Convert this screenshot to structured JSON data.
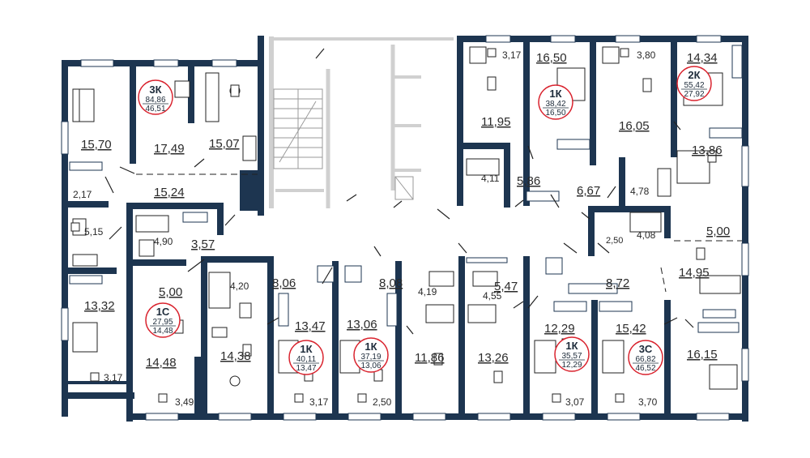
{
  "colors": {
    "wall": "#1d3550",
    "stair": "#d6d6d6",
    "badge_ring": "#d9232e",
    "text": "#2a2a2a"
  },
  "apartments": [
    {
      "type": "3К",
      "total": "84,86",
      "living": "46,51"
    },
    {
      "type": "1К",
      "total": "38,42",
      "living": "16,50"
    },
    {
      "type": "2К",
      "total": "55,42",
      "living": "27,92"
    },
    {
      "type": "1С",
      "total": "27,95",
      "living": "14,48"
    },
    {
      "type": "1К",
      "total": "40,11",
      "living": "13,47"
    },
    {
      "type": "1К",
      "total": "37,19",
      "living": "13,06"
    },
    {
      "type": "1К",
      "total": "35,57",
      "living": "12,29"
    },
    {
      "type": "3С",
      "total": "66,82",
      "living": "46,52"
    }
  ],
  "rooms": {
    "r01": "15,70",
    "r02": "17,49",
    "r03": "15,07",
    "r04": "2,17",
    "r05": "15,24",
    "r06": "5,15",
    "r07": "13,32",
    "r08": "3,17",
    "r09": "4,90",
    "r10": "3,57",
    "r11": "5,00",
    "r12": "14,48",
    "r13": "3,49",
    "r14": "4,20",
    "r15": "8,06",
    "r16": "13,47",
    "r17": "14,38",
    "r18": "3,17",
    "r19": "8,08",
    "r20": "13,06",
    "r21": "2,50",
    "r22": "4,19",
    "r23": "11,86",
    "r24": "4,55",
    "r25": "13,26",
    "r26": "5,47",
    "r27": "12,29",
    "r28": "3,07",
    "r29": "3,17",
    "r30": "16,50",
    "r31": "11,95",
    "r32": "4,11",
    "r33": "5,86",
    "r34": "3,80",
    "r35": "14,34",
    "r36": "16,05",
    "r37": "13,86",
    "r38": "6,67",
    "r39": "4,78",
    "r40": "2,50",
    "r41": "4,08",
    "r42": "5,00",
    "r43": "14,95",
    "r44": "8,72",
    "r45": "15,42",
    "r46": "16,15",
    "r47": "3,70"
  }
}
